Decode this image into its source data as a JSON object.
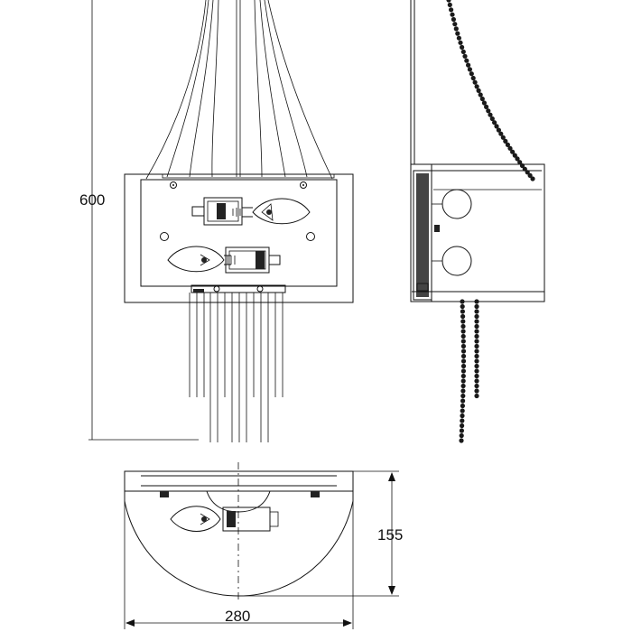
{
  "drawing": {
    "dimensions": {
      "height": "600",
      "depth": "155",
      "width": "280"
    },
    "colors": {
      "line": "#111111",
      "background": "#ffffff",
      "chain": "#1a1a1a"
    }
  }
}
